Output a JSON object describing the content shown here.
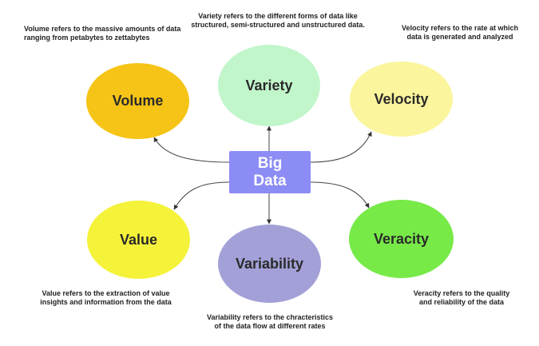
{
  "center": {
    "label": "Big Data",
    "color": "#8c8cf5"
  },
  "nodes": {
    "volume": {
      "label": "Volume",
      "color": "#f6c416",
      "description": "Volume refers to the massive amounts of data ranging from petabytes to zettabytes"
    },
    "variety": {
      "label": "Variety",
      "color": "#c1f6cb",
      "description": "Variety refers to the different forms of data like structured, semi-structured and unstructured data."
    },
    "velocity": {
      "label": "Velocity",
      "color": "#fbf59d",
      "description": "Velocity refers to the rate at which data is generated and analyzed"
    },
    "value": {
      "label": "Value",
      "color": "#f5f23a",
      "description": "Value refers to the extraction of value insights and information from the data"
    },
    "variability": {
      "label": "Variability",
      "color": "#a3a0d8",
      "description": "Variability refers to the chracteristics of the data flow at different rates"
    },
    "veracity": {
      "label": "Veracity",
      "color": "#77ea48",
      "description": "Veracity refers to the quality and reliability of the data"
    }
  }
}
